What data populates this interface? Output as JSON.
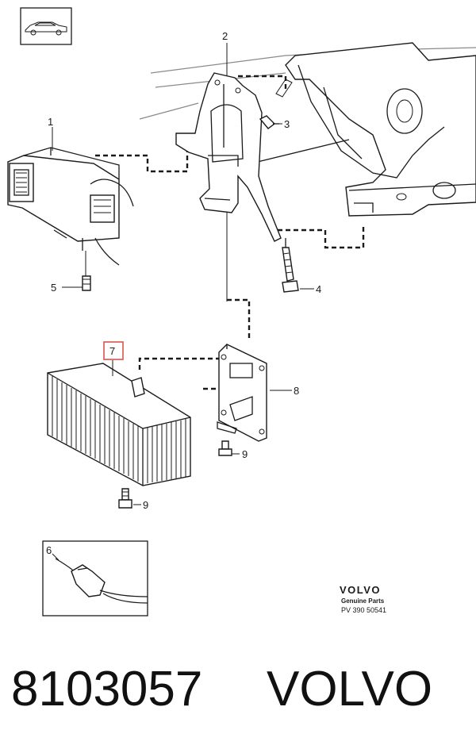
{
  "diagram": {
    "callouts": {
      "c1": "1",
      "c2": "2",
      "c3": "3",
      "c4": "4",
      "c5": "5",
      "c6": "6",
      "c7": "7",
      "c8": "8",
      "c9a": "9",
      "c9b": "9"
    },
    "highlight_color": "#d9534f",
    "branding": {
      "name": "VOLVO",
      "subtitle": "Genuine Parts",
      "code": "PV 390 50541"
    }
  },
  "footer": {
    "part_number": "8103057",
    "brand": "VOLVO"
  }
}
